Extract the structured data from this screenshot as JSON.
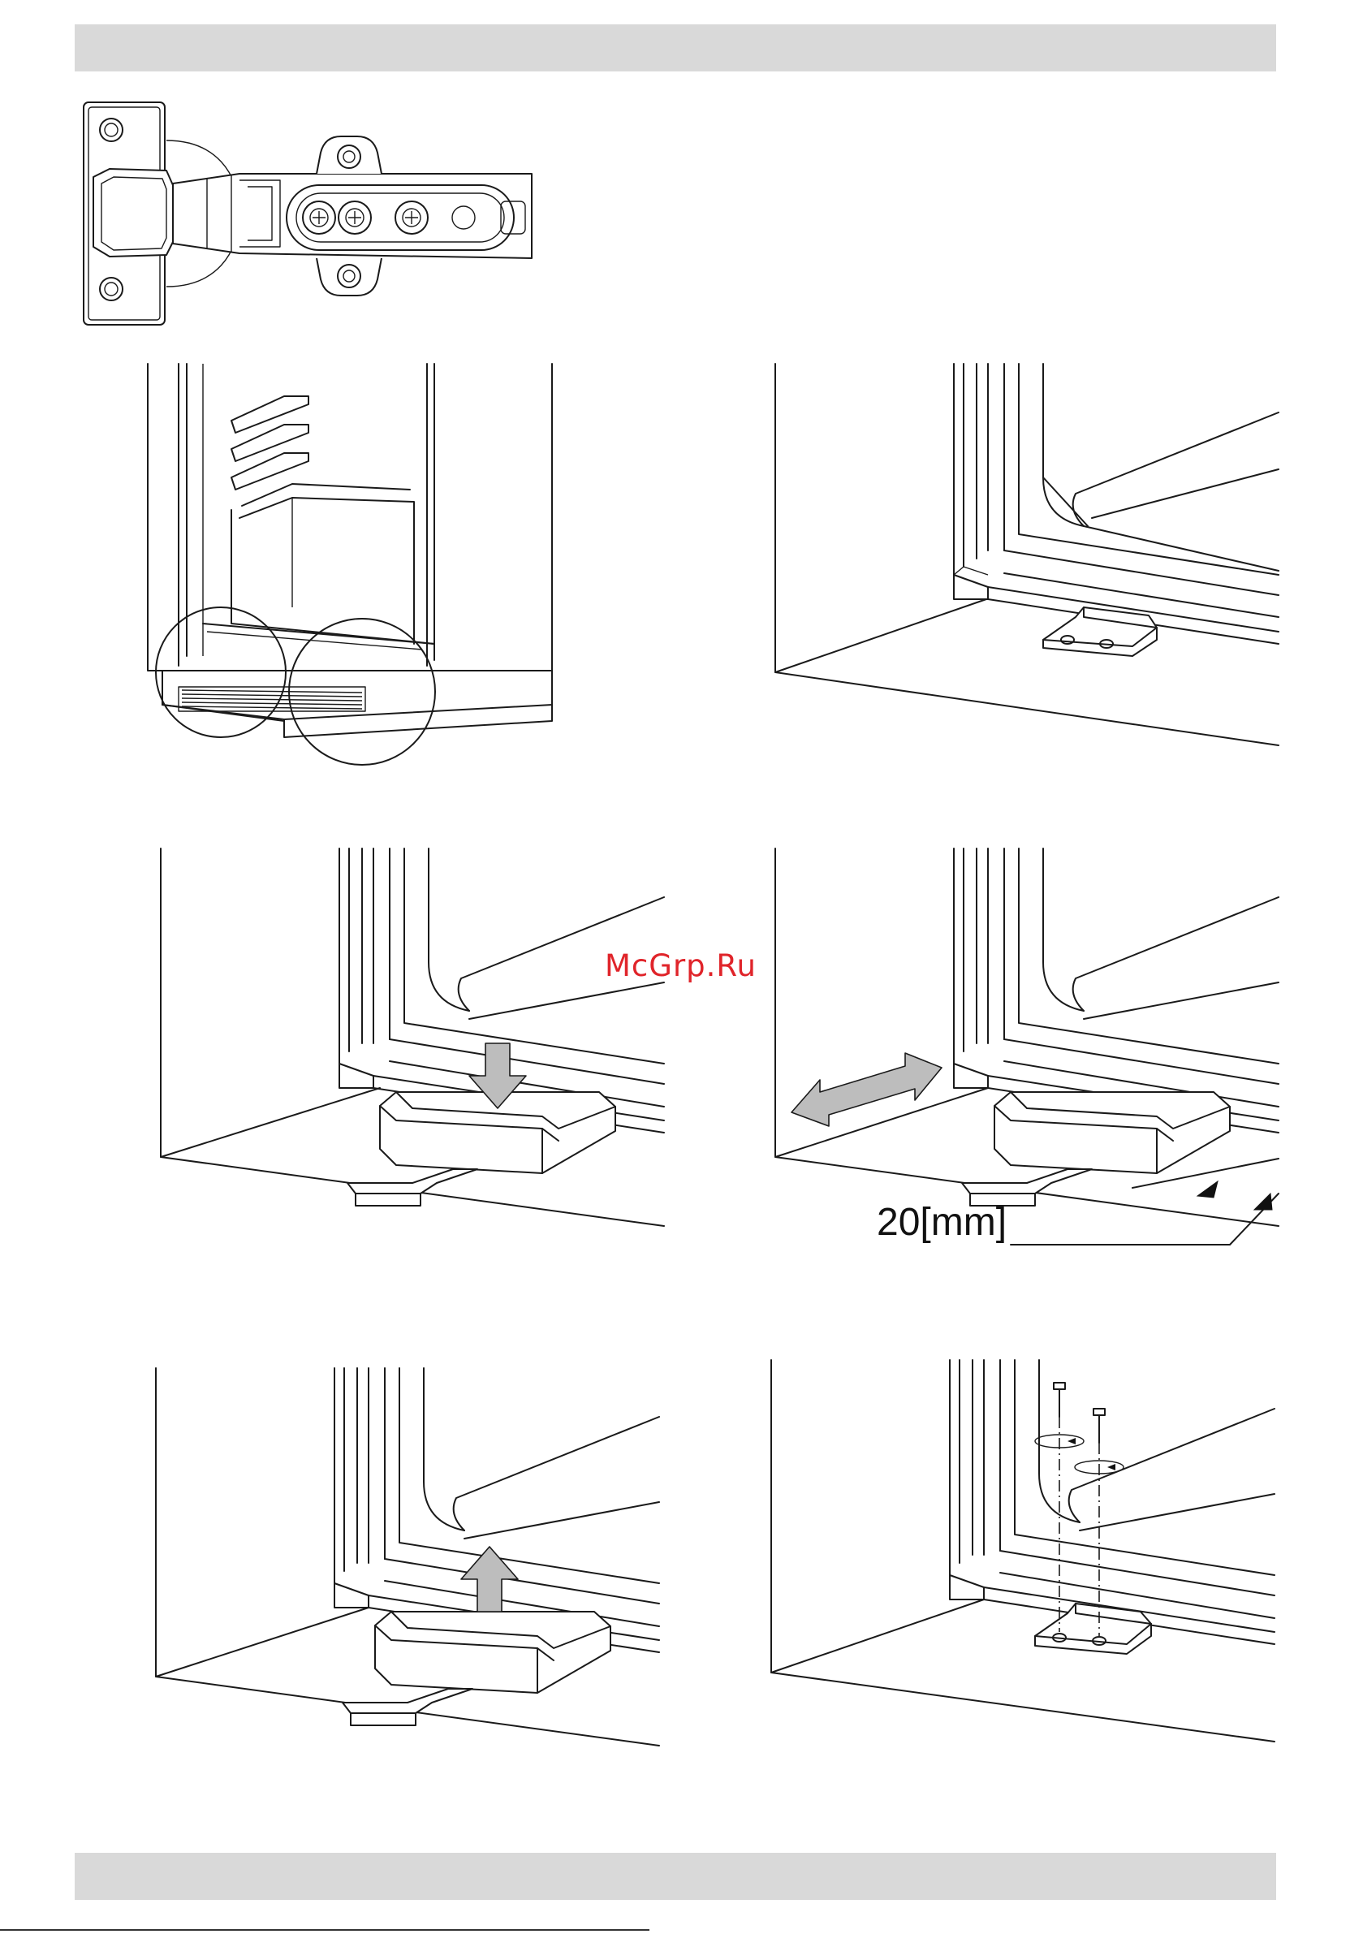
{
  "watermark": "McGrp.Ru",
  "dimension": {
    "label": "20[mm]"
  },
  "figures": [
    {
      "name": "hinge-closeup"
    },
    {
      "name": "cabinet-overview"
    },
    {
      "name": "bracket-detail"
    },
    {
      "name": "press-down-step"
    },
    {
      "name": "slide-position-step"
    },
    {
      "name": "lift-up-step"
    },
    {
      "name": "screw-fixing-step"
    }
  ],
  "colors": {
    "band": "#d9d9d9",
    "watermark": "#e0242a",
    "arrow_fill": "#bdbdbd"
  }
}
